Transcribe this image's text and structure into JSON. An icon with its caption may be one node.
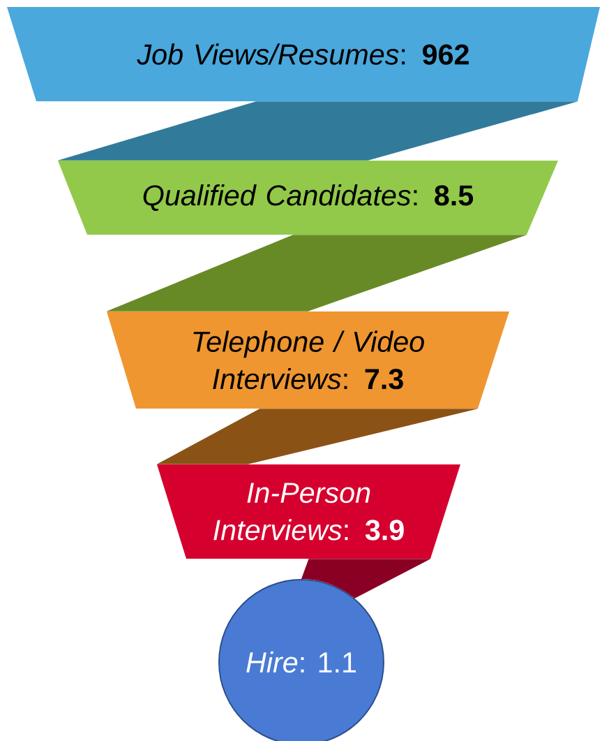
{
  "diagram": {
    "nodes": [
      {
        "text": [
          "*Job Views/Resumes*: **962**"
        ]
      },
      {
        "text": [
          "*Qualified Candidates*: **8.5**"
        ]
      },
      {
        "text": [
          "*Telephone / Video Interviews*: **7.3**"
        ]
      },
      {
        "text": [
          "*In-Person Interviews*: **3.9**"
        ]
      },
      {
        "text": [
          "*Hire*: 1.1"
        ]
      }
    ],
    "edges": [
      {
        "from": 0,
        "to": 1,
        "arrow": "none",
        "color": "#327a9a"
      },
      {
        "from": 1,
        "to": 2,
        "arrow": "none",
        "color": "#678a27"
      },
      {
        "from": 2,
        "to": 3,
        "arrow": "none",
        "color": "#8b5215"
      },
      {
        "from": 3,
        "to": 4,
        "arrow": "none",
        "color": "#8a0024"
      }
    ]
  }
}
